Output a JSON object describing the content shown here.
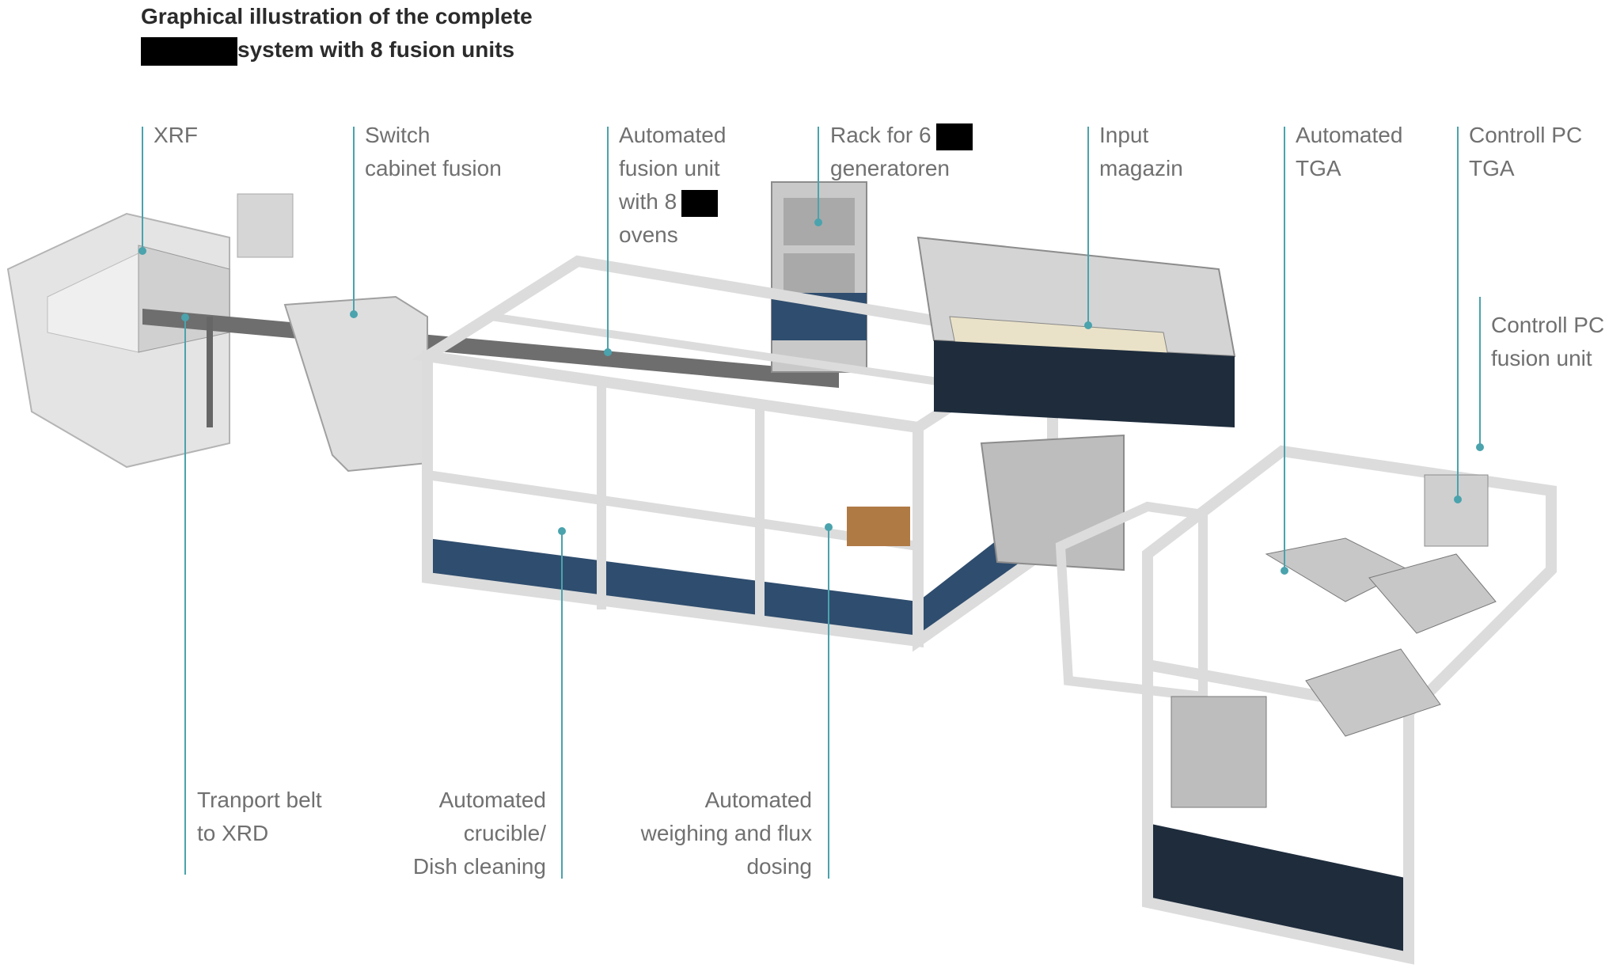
{
  "title": {
    "line1": "Graphical illustration of the complete",
    "line2": "system with 8 fusion units"
  },
  "labels": {
    "xrf": [
      "XRF"
    ],
    "switch_cabinet": [
      "Switch",
      "cabinet fusion"
    ],
    "fusion_unit": [
      "Automated",
      "fusion unit",
      "with 8",
      "ovens"
    ],
    "rack": [
      "Rack for 6",
      "generatoren"
    ],
    "input_magazin": [
      "Input",
      "magazin"
    ],
    "automated_tga": [
      "Automated",
      "TGA"
    ],
    "controll_pc_tga": [
      "Controll PC",
      "TGA"
    ],
    "controll_pc_fusion": [
      "Controll PC",
      "fusion unit"
    ],
    "transport_belt": [
      "Tranport belt",
      "to XRD"
    ],
    "crucible_cleaning": [
      "Automated",
      "crucible/",
      "Dish cleaning"
    ],
    "weighing_dosing": [
      "Automated",
      "weighing and flux",
      "dosing"
    ]
  },
  "colors": {
    "leader": "#4aa3ad",
    "frame": "#dcdcdc",
    "frame_edge": "#9a9a9a",
    "base_blue": "#2f4d6e",
    "label_text": "#707070",
    "title_text": "#2b2b2b",
    "redaction": "#000000"
  }
}
